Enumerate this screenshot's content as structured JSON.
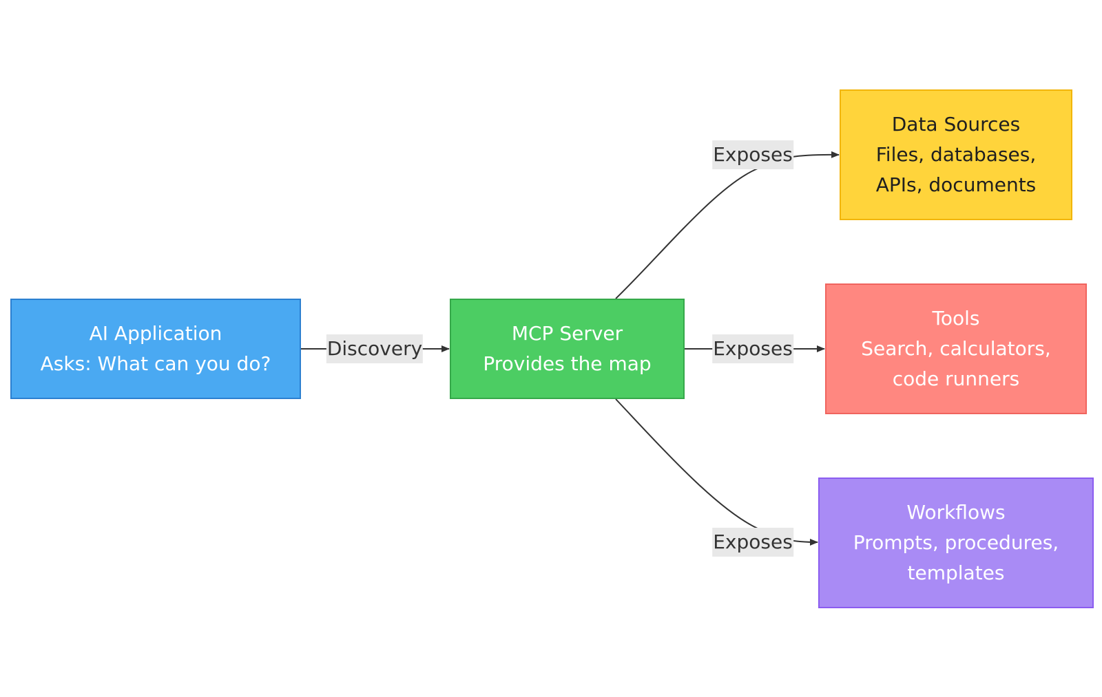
{
  "diagram": {
    "nodes": {
      "ai_app": {
        "lines": [
          "AI Application",
          "Asks: What can you do?"
        ],
        "fill": "#4aa9f2",
        "border": "#2b7fd0",
        "text_color": "#ffffff"
      },
      "mcp_server": {
        "lines": [
          "MCP Server",
          "Provides the map"
        ],
        "fill": "#4ccd63",
        "border": "#35a84a",
        "text_color": "#ffffff"
      },
      "data_sources": {
        "lines": [
          "Data Sources",
          "Files, databases,",
          "APIs, documents"
        ],
        "fill": "#ffd43b",
        "border": "#f2b50a",
        "text_color": "#1f1f1f"
      },
      "tools": {
        "lines": [
          "Tools",
          "Search, calculators,",
          "code runners"
        ],
        "fill": "#ff8780",
        "border": "#f0645e",
        "text_color": "#ffffff"
      },
      "workflows": {
        "lines": [
          "Workflows",
          "Prompts, procedures,",
          "templates"
        ],
        "fill": "#a98bf5",
        "border": "#8b5cf0",
        "text_color": "#ffffff"
      }
    },
    "edges": {
      "discovery": {
        "label": "Discovery"
      },
      "to_data": {
        "label": "Exposes"
      },
      "to_tools": {
        "label": "Exposes"
      },
      "to_workflows": {
        "label": "Exposes"
      }
    },
    "colors": {
      "edge_stroke": "#333333",
      "label_background": "#e8e8e8"
    }
  }
}
